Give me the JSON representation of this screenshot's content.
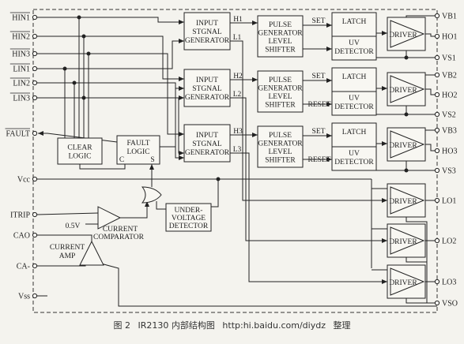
{
  "input_pins": [
    "HIN1",
    "HIN2",
    "HIN3",
    "LIN1",
    "LIN2",
    "LIN3",
    "FAULT",
    "Vcc",
    "ITRIP",
    "CAO",
    "CA-",
    "Vss"
  ],
  "output_pins": [
    "VB1",
    "HO1",
    "VS1",
    "VB2",
    "HO2",
    "VS2",
    "VB3",
    "HO3",
    "VS3",
    "LO1",
    "LO2",
    "LO3",
    "VSO"
  ],
  "blocks": {
    "input_gen": [
      "INPUT",
      "STGNAL",
      "GENERATOR"
    ],
    "pulse_gen": [
      "PULSE",
      "GENERATOR",
      "LEVEL",
      "SHIFTER"
    ],
    "latch": "LATCH",
    "uv_detector": [
      "UV",
      "DETECTOR"
    ],
    "driver": "DRIVER",
    "clear_logic": [
      "CLEAR",
      "LOGIC"
    ],
    "fault_logic": [
      "FAULT",
      "LOGIC"
    ],
    "undervoltage": [
      "UNDER-",
      "VOLTAGE",
      "DETECTOR"
    ],
    "current_comparator": [
      "CURRENT",
      "COMPARATOR"
    ],
    "current_amp": [
      "CURRENT",
      "AMP"
    ]
  },
  "signals": {
    "channels": [
      [
        "H1",
        "L1"
      ],
      [
        "H2",
        "L2"
      ],
      [
        "H3",
        "L3"
      ]
    ],
    "set": "SET",
    "reset": "RESET",
    "fault_c": "C",
    "fault_s": "S",
    "ref_voltage": "0.5V"
  },
  "caption": {
    "figure": "图 2",
    "title": "IR2130 内部结构图",
    "url": "http:hi.baidu.com/diydz",
    "suffix": "整理"
  }
}
